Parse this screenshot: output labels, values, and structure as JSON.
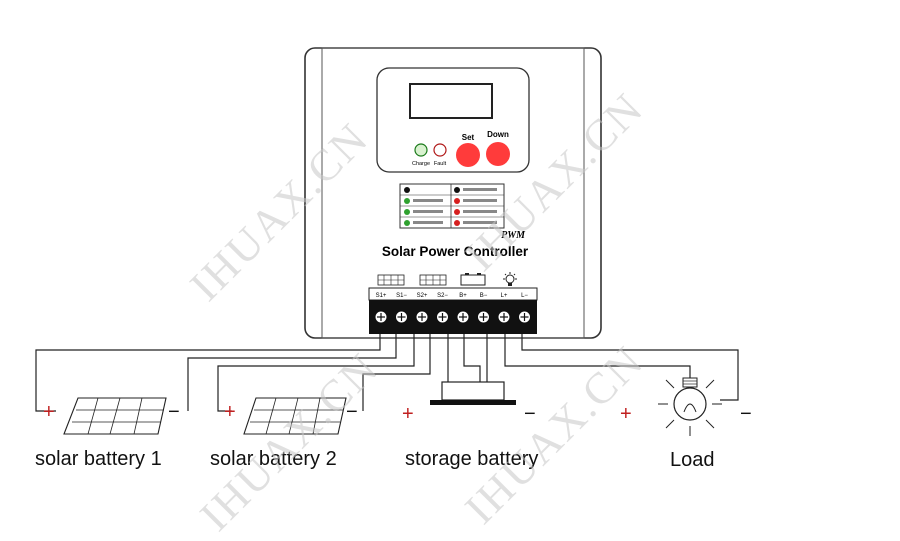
{
  "controller": {
    "title": "Solar Power Controller",
    "mode": "PWM",
    "buttons": {
      "set": "Set",
      "down": "Down"
    },
    "leds": {
      "charge": "Charge",
      "fault": "Fault"
    },
    "terminals": [
      "S1+",
      "S1−",
      "S2+",
      "S2−",
      "B+",
      "B−",
      "L+",
      "L−"
    ]
  },
  "devices": {
    "solar1": {
      "label": "solar battery 1",
      "plus": "+",
      "minus": "−"
    },
    "solar2": {
      "label": "solar battery 2",
      "plus": "+",
      "minus": "−"
    },
    "storage": {
      "label": "storage battery",
      "plus": "+",
      "minus": "−"
    },
    "load": {
      "label": "Load",
      "plus": "+",
      "minus": "−"
    }
  },
  "watermark": "IHUAX.CN"
}
